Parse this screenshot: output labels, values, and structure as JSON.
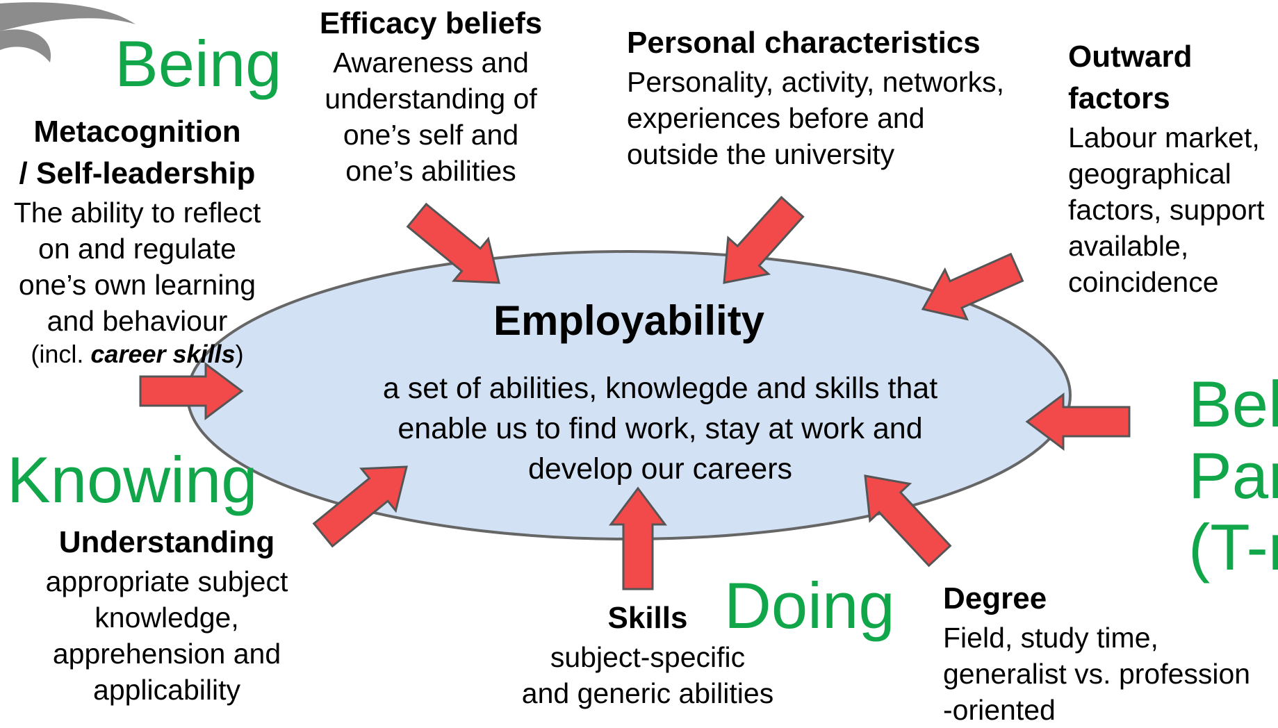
{
  "center": {
    "title": "Employability",
    "description_lines": [
      "a set of abilities, knowlegde and skills that",
      "enable us to find work, stay at work and",
      "develop our careers"
    ]
  },
  "categories": {
    "being": "Being",
    "knowing": "Knowing",
    "doing": "Doing",
    "belonging_lines": [
      "Belo",
      "Part",
      "(T-m"
    ]
  },
  "factors": {
    "efficacy": {
      "title": "Efficacy beliefs",
      "lines": [
        "Awareness and",
        "understanding of",
        "one’s self and",
        "one’s abilities"
      ]
    },
    "personal": {
      "title": "Personal characteristics",
      "lines": [
        "Personality, activity, networks,",
        "experiences before and",
        "outside the university"
      ]
    },
    "outward": {
      "title_lines": [
        "Outward",
        "factors"
      ],
      "lines": [
        "Labour market,",
        "geographical",
        "factors, support",
        "available,",
        "coincidence"
      ]
    },
    "metacognition": {
      "title_lines": [
        "Metacognition",
        "/ Self-leadership"
      ],
      "lines": [
        "The ability to reflect",
        "on and regulate",
        "one’s own learning",
        "and behaviour"
      ],
      "incl_prefix": "(incl. ",
      "incl_emph": "career skills",
      "incl_suffix": ")"
    },
    "understanding": {
      "title": "Understanding",
      "lines": [
        "appropriate subject",
        "knowledge,",
        "apprehension and",
        "applicability"
      ]
    },
    "skills": {
      "title": "Skills",
      "lines": [
        "subject-specific",
        "and generic abilities"
      ]
    },
    "degree": {
      "title": "Degree",
      "lines": [
        "Field, study time,",
        "generalist vs. profession",
        "-oriented"
      ]
    }
  },
  "colors": {
    "ellipse_fill": "#d2e1f4",
    "ellipse_stroke": "#666666",
    "arrow_fill": "#f24a4a",
    "arrow_stroke": "#555555",
    "category_green": "#11a64a",
    "corner_swoosh": "#8c8c8c"
  }
}
